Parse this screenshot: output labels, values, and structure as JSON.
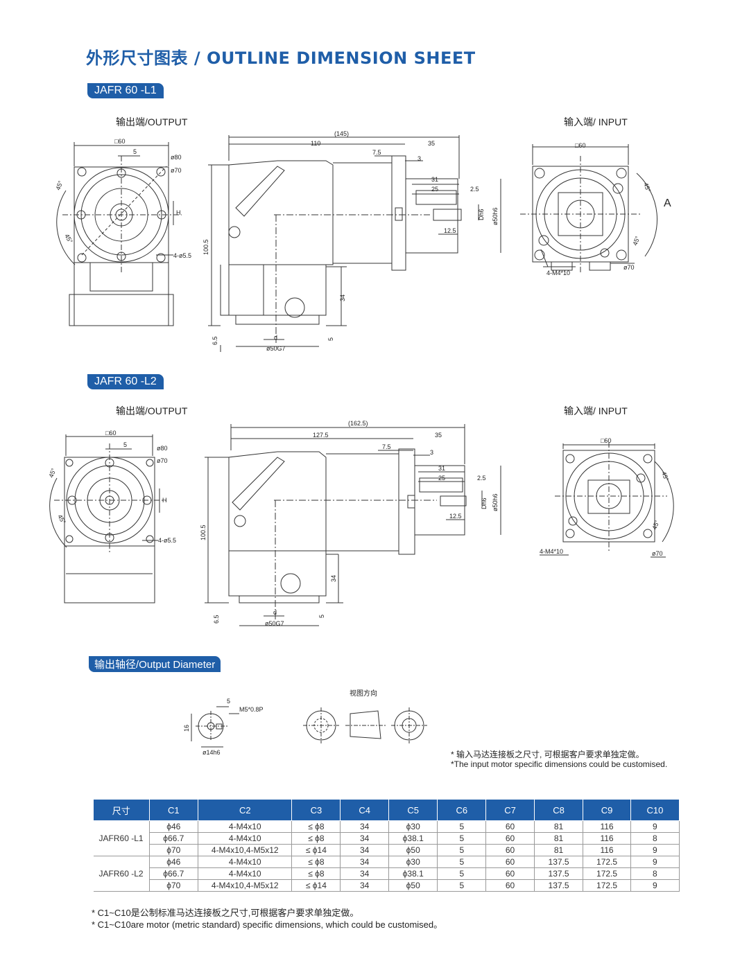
{
  "page": {
    "title": "外形尺寸图表 / OUTLINE DIMENSION SHEET"
  },
  "section_l1": {
    "tag": "JAFR 60 -L1",
    "output_label": "输出端/OUTPUT",
    "input_label": "输入端/ INPUT",
    "dims": {
      "sq60": "□60",
      "d5": "5",
      "d80": "ø80",
      "d70": "ø70",
      "h": "H",
      "d45a": "45°",
      "d45b": "45°",
      "bolt": "4-ø5.5",
      "total": "(145)",
      "len110": "110",
      "len35": "35",
      "len7_5": "7.5",
      "len3": "3",
      "len31": "31",
      "len25": "25",
      "len2_5": "2.5",
      "dh6": "Dh6",
      "d50h6": "ø50h6",
      "len12_5": "12.5",
      "h100_5": "100.5",
      "h34": "34",
      "h6_5": "6.5",
      "h5": "5",
      "dd": "d",
      "d50g7": "ø50G7",
      "in_sq60": "□60",
      "in_45a": "45°",
      "in_45b": "45°",
      "in_d70": "ø70",
      "in_bolt": "4-M4*10",
      "view_a": "A"
    }
  },
  "section_l2": {
    "tag": "JAFR 60 -L2",
    "output_label": "输出端/OUTPUT",
    "input_label": "输入端/ INPUT",
    "dims": {
      "sq60": "□60",
      "d5": "5",
      "d80": "ø80",
      "d70": "ø70",
      "h": "H",
      "d45a": "45°",
      "d45b": "45°",
      "bolt": "4-ø5.5",
      "total": "(162.5)",
      "len127": "127.5",
      "len35": "35",
      "len7_5": "7.5",
      "len3": "3",
      "len31": "31",
      "len25": "25",
      "len2_5": "2.5",
      "dh6": "Dh6",
      "d50h6": "ø50h6",
      "len12_5": "12.5",
      "h100_5": "100.5",
      "h34": "34",
      "h6_5": "6.5",
      "h5": "5",
      "dd": "d",
      "d50g7": "ø50G7",
      "in_sq60": "□60",
      "in_45a": "45°",
      "in_45b": "45°",
      "in_d70": "ø70",
      "in_bolt": "4-M4*10"
    }
  },
  "output_diameter": {
    "tag": "输出轴径/Output Diameter",
    "dim5": "5",
    "thread": "M5*0.8P",
    "dim16": "16",
    "dim14": "ø14h6",
    "view_dir": "视图方向",
    "note_cn": "* 输入马达连接板之尺寸, 可根据客户要求单独定做。",
    "note_en": "*The input motor specific dimensions could be customised."
  },
  "table": {
    "headers": [
      "尺寸",
      "C1",
      "C2",
      "C3",
      "C4",
      "C5",
      "C6",
      "C7",
      "C8",
      "C9",
      "C10"
    ],
    "groups": [
      {
        "model": "JAFR60 -L1",
        "rows": [
          [
            "ϕ46",
            "4-M4x10",
            "≤ ϕ8",
            "34",
            "ϕ30",
            "5",
            "60",
            "81",
            "116",
            "9"
          ],
          [
            "ϕ66.7",
            "4-M4x10",
            "≤ ϕ8",
            "34",
            "ϕ38.1",
            "5",
            "60",
            "81",
            "116",
            "8"
          ],
          [
            "ϕ70",
            "4-M4x10,4-M5x12",
            "≤ ϕ14",
            "34",
            "ϕ50",
            "5",
            "60",
            "81",
            "116",
            "9"
          ]
        ]
      },
      {
        "model": "JAFR60 -L2",
        "rows": [
          [
            "ϕ46",
            "4-M4x10",
            "≤ ϕ8",
            "34",
            "ϕ30",
            "5",
            "60",
            "137.5",
            "172.5",
            "9"
          ],
          [
            "ϕ66.7",
            "4-M4x10",
            "≤ ϕ8",
            "34",
            "ϕ38.1",
            "5",
            "60",
            "137.5",
            "172.5",
            "8"
          ],
          [
            "ϕ70",
            "4-M4x10,4-M5x12",
            "≤ ϕ14",
            "34",
            "ϕ50",
            "5",
            "60",
            "137.5",
            "172.5",
            "9"
          ]
        ]
      }
    ]
  },
  "footnotes": {
    "cn": "* C1~C10是公制标准马达连接板之尺寸,可根据客户要求单独定做。",
    "en": "* C1~C10are motor (metric standard) specific dimensions, which could be customised。"
  },
  "colors": {
    "brand": "#1f5ea8"
  }
}
